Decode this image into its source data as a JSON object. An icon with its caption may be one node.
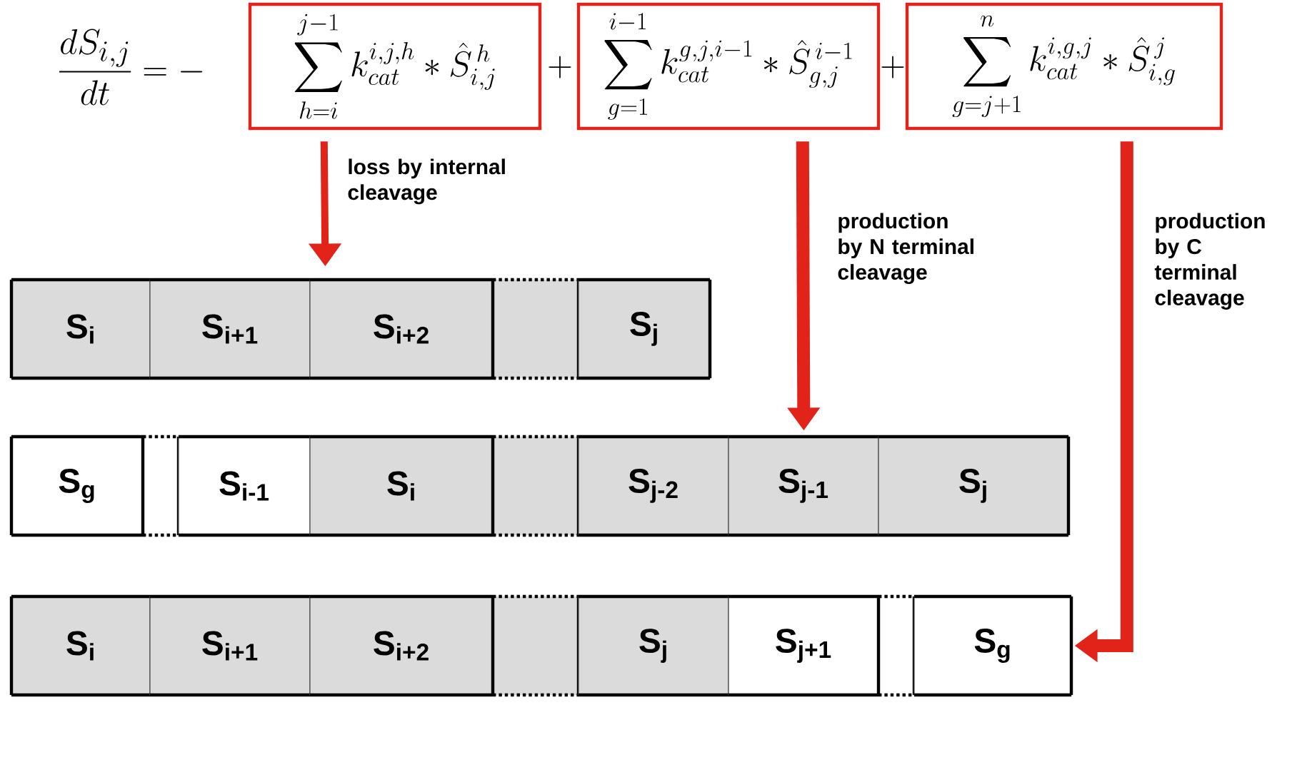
{
  "diagram": {
    "nodes": [
      {
        "text": [
          "\\sum_{h=i}^{j-1} k_{cat}^{i,j,h} \\ast \\hat{S}_{i,j}^{\\,h}"
        ]
      },
      {
        "text": [
          "\\sum_{g=1}^{i-1} k_{cat}^{g,j,i-1} \\ast \\hat{S}_{g,j}^{\\,i-1}"
        ]
      },
      {
        "text": [
          "\\sum_{g=j+1}^{n} k_{cat}^{i,g,j} \\ast \\hat{S}_{i,g}^{\\,j}"
        ]
      },
      {
        "text": [
          "S$_{i}$"
        ]
      },
      {
        "text": [
          "S$_{i+1}$"
        ]
      },
      {
        "text": [
          "S$_{i+2}$"
        ]
      },
      {
        "text": [],
        "shape": "box"
      },
      {
        "text": [
          "S$_{j}$"
        ]
      },
      {
        "text": [
          "S$_{g}$"
        ]
      },
      {
        "text": [],
        "shape": "box"
      },
      {
        "text": [
          "S$_{i-1}$"
        ]
      },
      {
        "text": [
          "S$_{i}$"
        ]
      },
      {
        "text": [],
        "shape": "box"
      },
      {
        "text": [
          "S$_{j-2}$"
        ]
      },
      {
        "text": [
          "S$_{j-1}$"
        ]
      },
      {
        "text": [
          "S$_{j}$"
        ]
      },
      {
        "text": [
          "S$_{i}$"
        ]
      },
      {
        "text": [
          "S$_{i+1}$"
        ]
      },
      {
        "text": [
          "S$_{i+2}$"
        ]
      },
      {
        "text": [],
        "shape": "box"
      },
      {
        "text": [
          "S$_{j}$"
        ]
      },
      {
        "text": [
          "S$_{j+1}$"
        ]
      },
      {
        "text": [],
        "shape": "box"
      },
      {
        "text": [
          "S$_{g}$"
        ]
      }
    ],
    "edges": [
      {
        "from": 0,
        "to": 5,
        "arrow": "to",
        "label": "loss by internal cleavage"
      },
      {
        "from": 1,
        "to": 14,
        "arrow": "to",
        "label": "production by N terminal cleavage"
      },
      {
        "from": 2,
        "to": 23,
        "arrow": "to",
        "label": "production by C terminal cleavage"
      }
    ],
    "labels": [
      "\\frac{dS_{i,j}}{dt} = -",
      "+",
      "+"
    ]
  }
}
